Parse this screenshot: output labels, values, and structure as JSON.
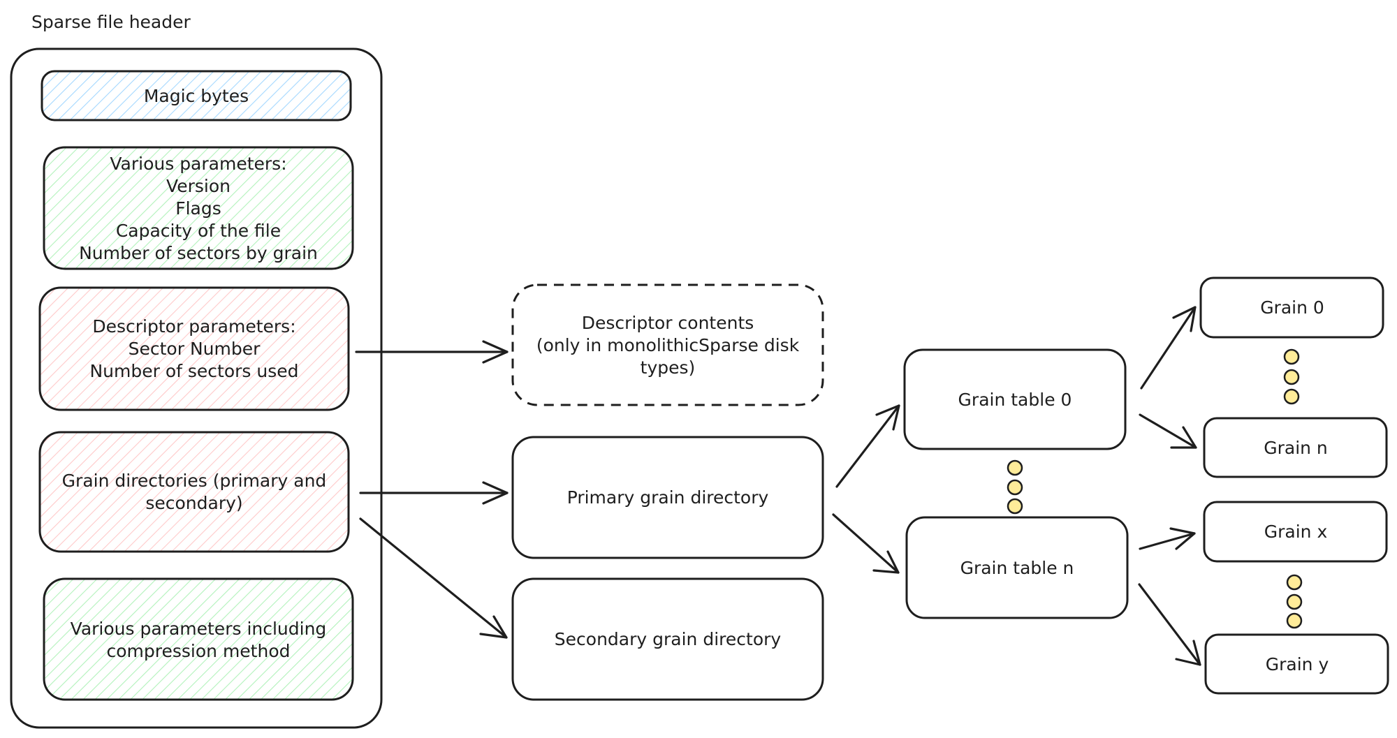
{
  "header_title": "Sparse file header",
  "header_sections": {
    "magic": {
      "lines": [
        "Magic bytes"
      ]
    },
    "params": {
      "lines": [
        "Various parameters:",
        "Version",
        "Flags",
        "Capacity of the file",
        "Number of sectors by grain"
      ]
    },
    "descriptor": {
      "lines": [
        "Descriptor parameters:",
        "Sector Number",
        "Number of sectors used"
      ]
    },
    "grain_dirs": {
      "lines": [
        "Grain directories (primary and",
        "secondary)"
      ]
    },
    "compression": {
      "lines": [
        "Various parameters including",
        "compression method"
      ]
    }
  },
  "nodes": {
    "descriptor_contents": {
      "lines": [
        "Descriptor contents",
        "(only in monolithicSparse disk",
        "types)"
      ],
      "border": "dashed"
    },
    "primary_dir": {
      "lines": [
        "Primary grain directory"
      ]
    },
    "secondary_dir": {
      "lines": [
        "Secondary grain directory"
      ]
    },
    "grain_table_0": {
      "lines": [
        "Grain table 0"
      ]
    },
    "grain_table_n": {
      "lines": [
        "Grain table n"
      ]
    },
    "grain_0": {
      "lines": [
        "Grain 0"
      ]
    },
    "grain_n": {
      "lines": [
        "Grain n"
      ]
    },
    "grain_x": {
      "lines": [
        "Grain x"
      ]
    },
    "grain_y": {
      "lines": [
        "Grain y"
      ]
    }
  },
  "colors": {
    "stroke": "#1e1e1e",
    "magic_hatch": "#a5d8ff",
    "param_hatch": "#b2f2bb",
    "red_hatch": "#ffc9c9",
    "ellipsis_fill": "#ffec99"
  },
  "edges": [
    [
      "descriptor",
      "descriptor_contents"
    ],
    [
      "grain_dirs",
      "primary_dir"
    ],
    [
      "grain_dirs",
      "secondary_dir"
    ],
    [
      "primary_dir",
      "grain_table_0"
    ],
    [
      "primary_dir",
      "grain_table_n"
    ],
    [
      "grain_table_0",
      "grain_0"
    ],
    [
      "grain_table_0",
      "grain_n"
    ],
    [
      "grain_table_n",
      "grain_x"
    ],
    [
      "grain_table_n",
      "grain_y"
    ]
  ]
}
